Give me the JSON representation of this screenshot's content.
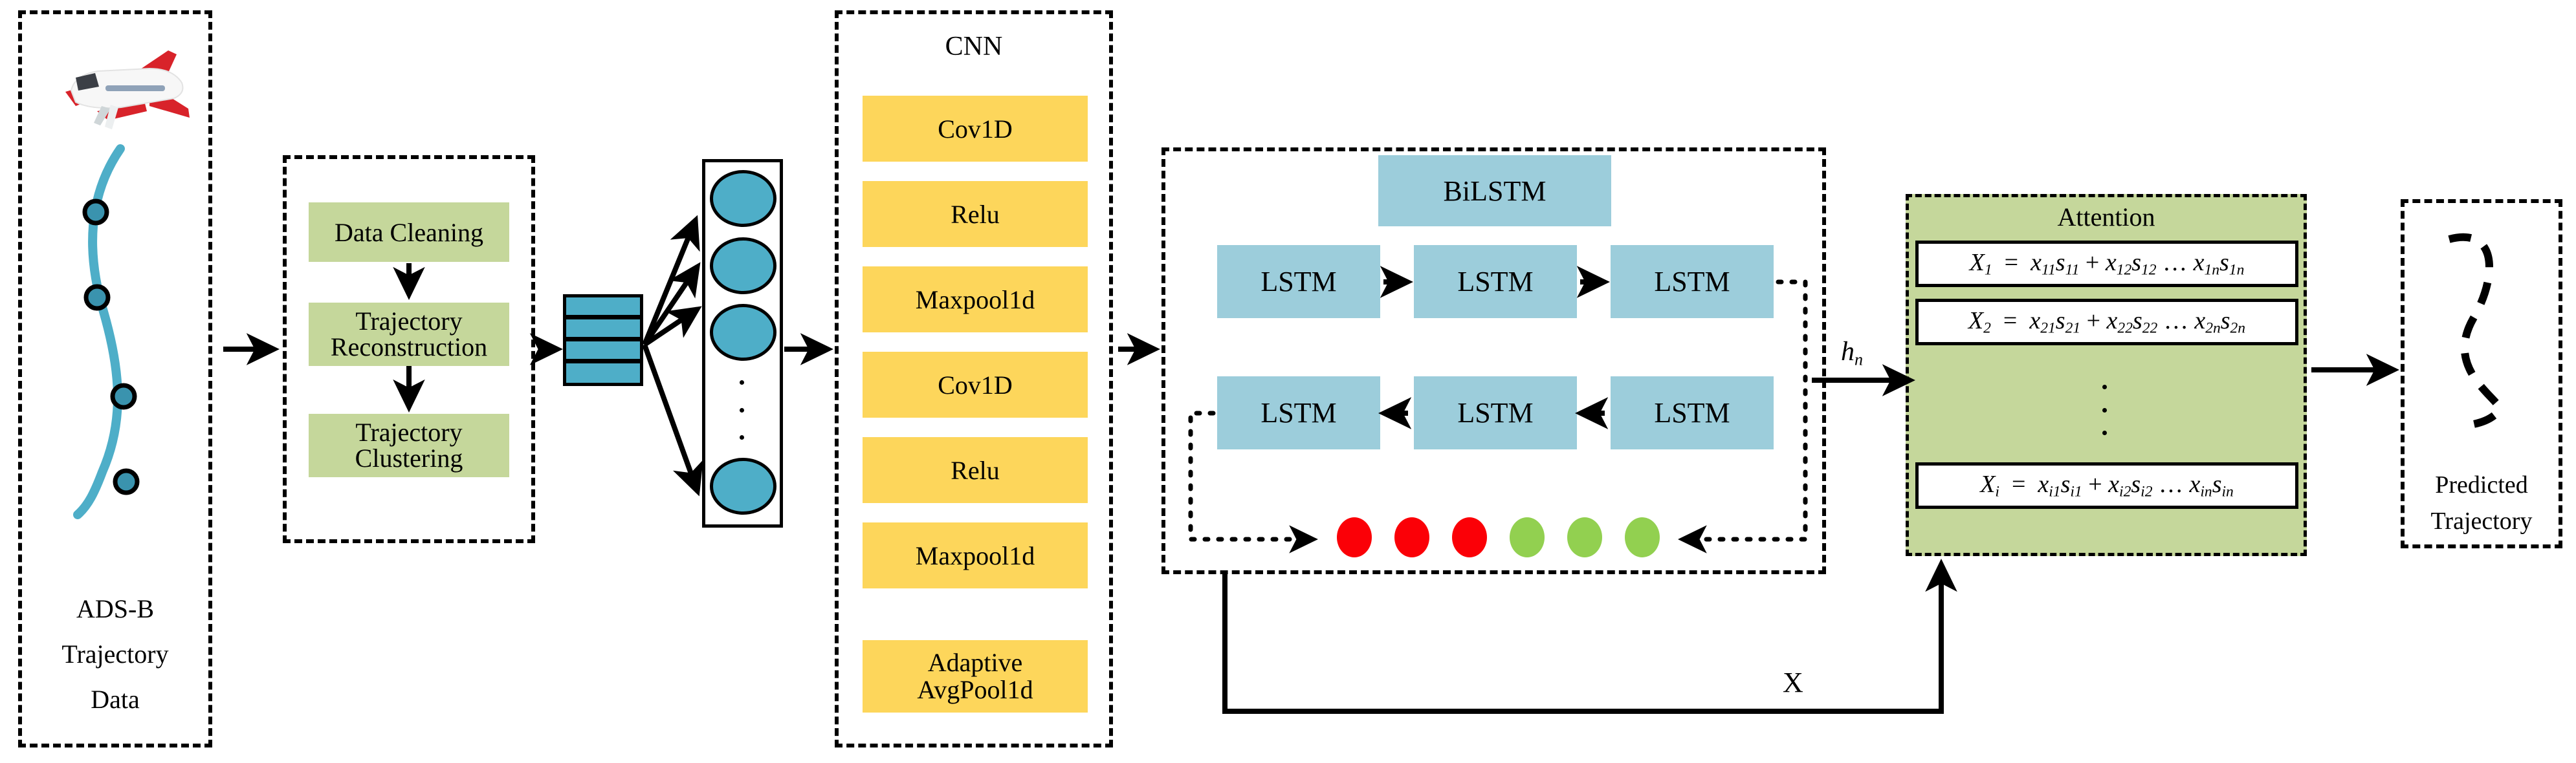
{
  "diagram": {
    "title": "CNN-BiLSTM-Attention aircraft trajectory prediction pipeline",
    "colors": {
      "green": "#c5d79b",
      "yellow": "#fdd65b",
      "blue_light": "#9ccddb",
      "blue_mid": "#4eaec8",
      "dot_red": "#fb0007",
      "dot_green": "#92d050",
      "outline": "#000000"
    }
  },
  "input_panel": {
    "name": "ADS-B trajectory data",
    "caption_lines": [
      "ADS-B",
      "Trajectory",
      "Data"
    ],
    "icon": "airplane-icon",
    "trajectory_points": 4
  },
  "preprocess_panel": {
    "steps": [
      {
        "label": "Data Cleaning"
      },
      {
        "label": "Trajectory\nReconstruction",
        "line1": "Trajectory",
        "line2": "Reconstruction"
      },
      {
        "label": "Trajectory\nClustering",
        "line1": "Trajectory",
        "line2": "Clustering"
      }
    ]
  },
  "embedding_panel": {
    "stack_rows": 4,
    "neuron_count": 4,
    "ellipsis": "⋮"
  },
  "cnn_panel": {
    "title": "CNN",
    "layers": [
      {
        "label": "Cov1D"
      },
      {
        "label": "Relu"
      },
      {
        "label": "Maxpool1d"
      },
      {
        "label": "Cov1D"
      },
      {
        "label": "Relu"
      },
      {
        "label": "Maxpool1d"
      },
      {
        "label": "Adaptive AvgPool1d",
        "line1": "Adaptive",
        "line2": "AvgPool1d"
      }
    ]
  },
  "bilstm_panel": {
    "title": "BiLSTM",
    "forward_cells": [
      "LSTM",
      "LSTM",
      "LSTM"
    ],
    "backward_cells": [
      "LSTM",
      "LSTM",
      "LSTM"
    ],
    "state_dots": [
      {
        "color": "red"
      },
      {
        "color": "red"
      },
      {
        "color": "red"
      },
      {
        "color": "green"
      },
      {
        "color": "green"
      },
      {
        "color": "green"
      }
    ],
    "output_label": "h",
    "output_label_sub": "n"
  },
  "attention_panel": {
    "title": "Attention",
    "formulas": [
      {
        "lhs": "X",
        "lhs_sub": "1",
        "rhs": "x11s11 + x12s12 ... x1ns1n",
        "terms": [
          {
            "base": "x",
            "sub": "11"
          },
          {
            "base": "s",
            "sub": "11"
          },
          {
            "op": "+"
          },
          {
            "base": "x",
            "sub": "12"
          },
          {
            "base": "s",
            "sub": "12"
          },
          {
            "op": "..."
          },
          {
            "base": "x",
            "sub": "1n"
          },
          {
            "base": "s",
            "sub": "1n"
          }
        ]
      },
      {
        "lhs": "X",
        "lhs_sub": "2",
        "rhs": "x21s21 + x22s22 ... x2ns2n",
        "terms": [
          {
            "base": "x",
            "sub": "21"
          },
          {
            "base": "s",
            "sub": "21"
          },
          {
            "op": "+"
          },
          {
            "base": "x",
            "sub": "22"
          },
          {
            "base": "s",
            "sub": "22"
          },
          {
            "op": "..."
          },
          {
            "base": "x",
            "sub": "2n"
          },
          {
            "base": "s",
            "sub": "2n"
          }
        ]
      },
      {
        "lhs": "X",
        "lhs_sub": "i",
        "rhs": "xi1si1 + xi2si2 ... xinsin",
        "terms": [
          {
            "base": "x",
            "sub": "i1"
          },
          {
            "base": "s",
            "sub": "i1"
          },
          {
            "op": "+"
          },
          {
            "base": "x",
            "sub": "i2"
          },
          {
            "base": "s",
            "sub": "i2"
          },
          {
            "op": "..."
          },
          {
            "base": "x",
            "sub": "in"
          },
          {
            "base": "s",
            "sub": "in"
          }
        ]
      }
    ],
    "ellipsis": "⋮"
  },
  "output_panel": {
    "caption_lines": [
      "Predicted",
      "Trajectory"
    ]
  },
  "feedback": {
    "label": "X"
  }
}
